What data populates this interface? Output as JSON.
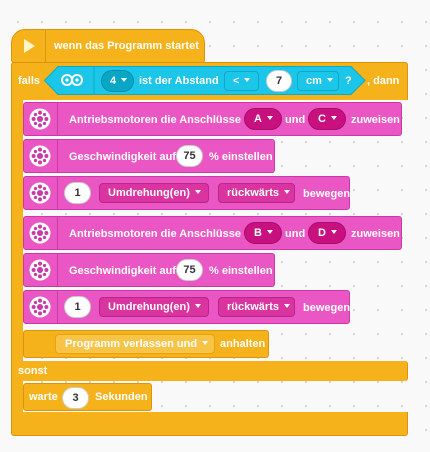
{
  "hat": {
    "label": "wenn das Programm startet"
  },
  "if_block": {
    "falls_label": "falls",
    "dann_label": ", dann",
    "sonst_label": "sonst",
    "sensor": {
      "port": "4",
      "text": "ist der Abstand",
      "operator": "<",
      "value": "7",
      "unit": "cm",
      "question": "?"
    }
  },
  "blocks": [
    {
      "type": "set_motors",
      "text": "Antriebsmotoren die Anschlüsse",
      "port1": "A",
      "and": "und",
      "port2": "C",
      "suffix": "zuweisen"
    },
    {
      "type": "set_speed",
      "text": "Geschwindigkeit auf",
      "value": "75",
      "suffix": "% einstellen"
    },
    {
      "type": "move",
      "value": "1",
      "unit": "Umdrehung(en)",
      "direction": "rückwärts",
      "suffix": "bewegen"
    },
    {
      "type": "set_motors",
      "text": "Antriebsmotoren die Anschlüsse",
      "port1": "B",
      "and": "und",
      "port2": "D",
      "suffix": "zuweisen"
    },
    {
      "type": "set_speed",
      "text": "Geschwindigkeit auf",
      "value": "75",
      "suffix": "% einstellen"
    },
    {
      "type": "move",
      "value": "1",
      "unit": "Umdrehung(en)",
      "direction": "rückwärts",
      "suffix": "bewegen"
    }
  ],
  "stop_block": {
    "option": "Programm verlassen und",
    "suffix": "anhalten"
  },
  "wait_block": {
    "label": "warte",
    "value": "3",
    "unit": "Sekunden"
  },
  "colors": {
    "control_orange": "#f6b21b",
    "motor_pink": "#ea57c5",
    "sensor_cyan": "#1bc6e8",
    "flag_yellow": "#f8d63b"
  }
}
